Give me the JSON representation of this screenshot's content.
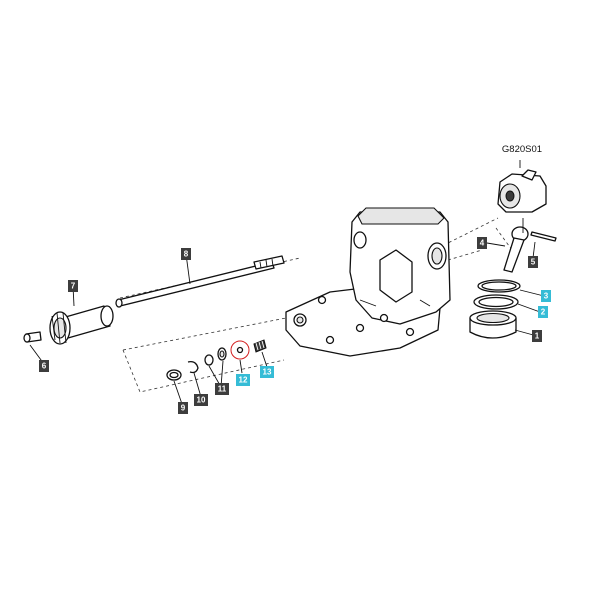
{
  "figure": {
    "reference_code": "G820S01"
  },
  "colors": {
    "callout_default_bg": "#3d3d3d",
    "callout_default_text": "#ffffff",
    "callout_highlight_bg": "#35bcd6",
    "callout_highlight_text": "#ffffff",
    "highlight_ring": "#d42020"
  },
  "callouts": [
    {
      "id": "1",
      "label": "1",
      "highlighted": false
    },
    {
      "id": "2",
      "label": "2",
      "highlighted": true
    },
    {
      "id": "3",
      "label": "3",
      "highlighted": true
    },
    {
      "id": "4",
      "label": "4",
      "highlighted": false
    },
    {
      "id": "5",
      "label": "5",
      "highlighted": false
    },
    {
      "id": "6",
      "label": "6",
      "highlighted": false
    },
    {
      "id": "7",
      "label": "7",
      "highlighted": false
    },
    {
      "id": "8",
      "label": "8",
      "highlighted": false
    },
    {
      "id": "9",
      "label": "9",
      "highlighted": false
    },
    {
      "id": "10",
      "label": "10",
      "highlighted": false
    },
    {
      "id": "11",
      "label": "11",
      "highlighted": false
    },
    {
      "id": "12",
      "label": "12",
      "highlighted": true
    },
    {
      "id": "13",
      "label": "13",
      "highlighted": true
    }
  ]
}
